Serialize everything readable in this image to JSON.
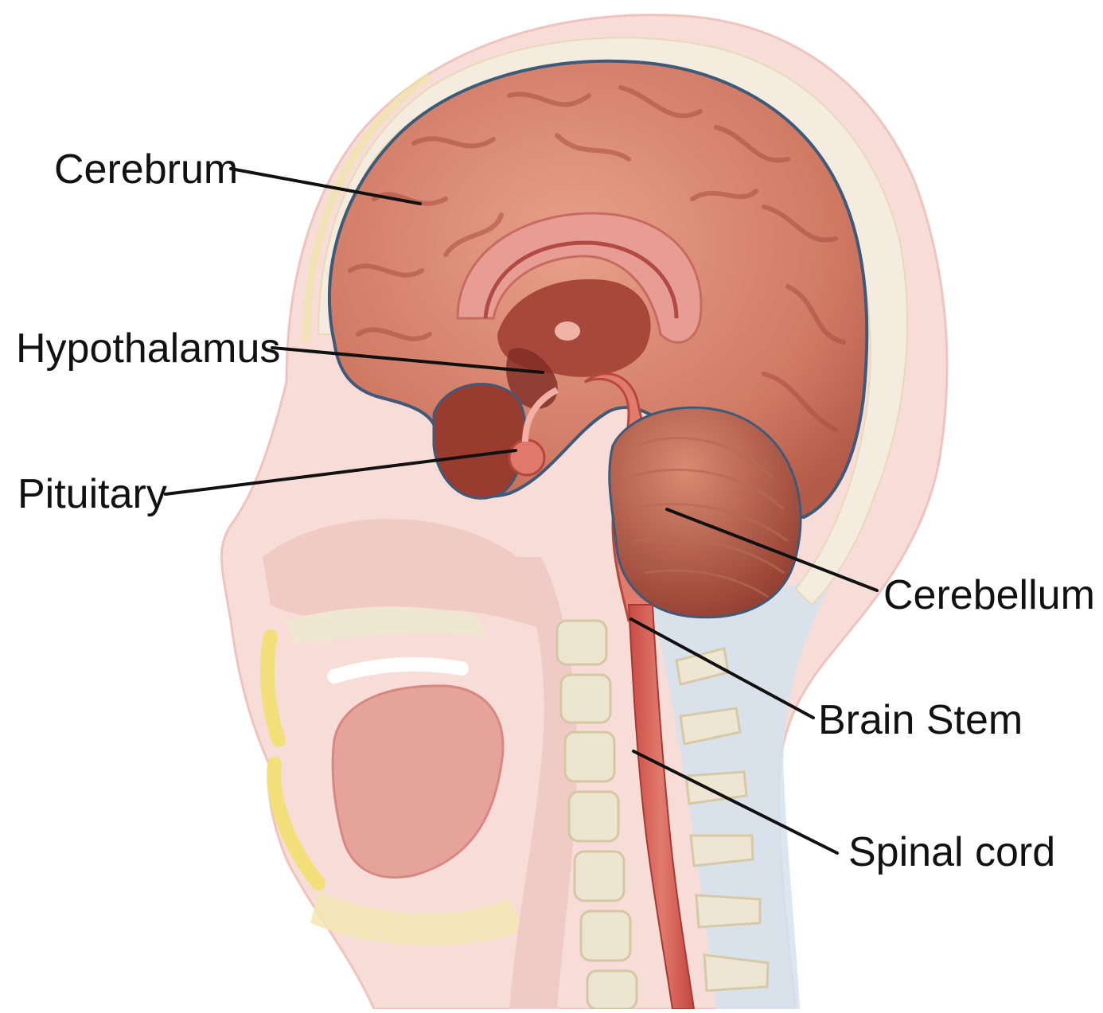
{
  "labels": {
    "cerebrum": "Cerebrum",
    "hypothalamus": "Hypothalamus",
    "pituitary": "Pituitary",
    "cerebellum": "Cerebellum",
    "brain_stem": "Brain Stem",
    "spinal_cord": "Spinal cord"
  },
  "colors": {
    "brain": "#d9826d",
    "brain_dark": "#9e3b30",
    "head_tissue": "#f6d7d3",
    "skull": "#f3ece0",
    "spinal_cord": "#d35a52",
    "vertebra": "#e9e3cf",
    "fat_yellow": "#f4e58a",
    "csf_blue": "#cfe0ee",
    "label": "#111111"
  }
}
